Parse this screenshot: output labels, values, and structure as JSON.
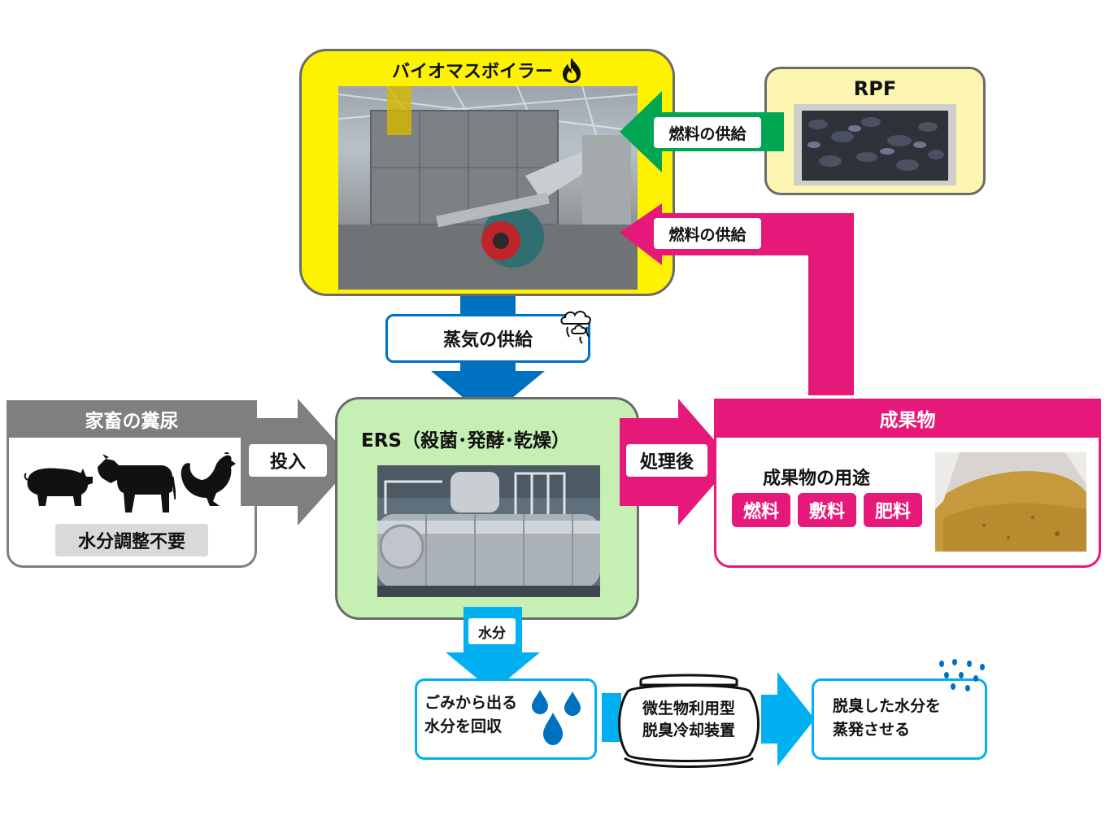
{
  "boiler": {
    "title": "バイオマスボイラー",
    "icon": "flame-icon",
    "color": "#fff200"
  },
  "rpf": {
    "title": "RPF",
    "color": "#fdf6b0"
  },
  "arrows": {
    "fuel_supply_green": "燃料の供給",
    "fuel_supply_pink": "燃料の供給",
    "steam_supply": "蒸気の供給",
    "input": "投入",
    "after_process": "処理後",
    "water": "水分"
  },
  "livestock": {
    "title": "家畜の糞尿",
    "note": "水分調整不要",
    "animals": [
      "pig-icon",
      "cow-icon",
      "chicken-icon"
    ]
  },
  "ers": {
    "title": "ERS（殺菌･発酵･乾燥）",
    "color": "#c6efb3"
  },
  "product": {
    "title": "成果物",
    "uses_title": "成果物の用途",
    "uses": [
      "燃料",
      "敷料",
      "肥料"
    ],
    "color": "#e6197a"
  },
  "water_chain": {
    "collect": [
      "ごみから出る",
      "水分を回収"
    ],
    "device": [
      "微生物利用型",
      "脱臭冷却装置"
    ],
    "evaporate": [
      "脱臭した水分を",
      "蒸発させる"
    ],
    "color": "#00b0f0"
  }
}
